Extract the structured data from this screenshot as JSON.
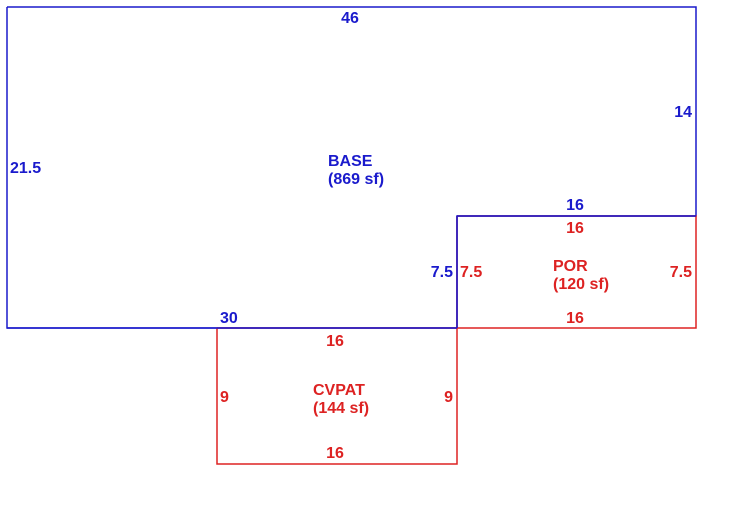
{
  "colors": {
    "base": "#1a1acc",
    "addition": "#dd2222"
  },
  "areas": {
    "base": {
      "name": "BASE",
      "area": "(869 sf)",
      "dims": {
        "top": "46",
        "left": "21.5",
        "right": "14",
        "step_top": "16",
        "step_side": "7.5",
        "bottom": "30"
      }
    },
    "por": {
      "name": "POR",
      "area": "(120 sf)",
      "dims": {
        "top": "16",
        "left": "7.5",
        "right": "7.5",
        "bottom": "16"
      }
    },
    "cvpat": {
      "name": "CVPAT",
      "area": "(144 sf)",
      "dims": {
        "top": "16",
        "left": "9",
        "right": "9",
        "bottom": "16"
      }
    }
  }
}
